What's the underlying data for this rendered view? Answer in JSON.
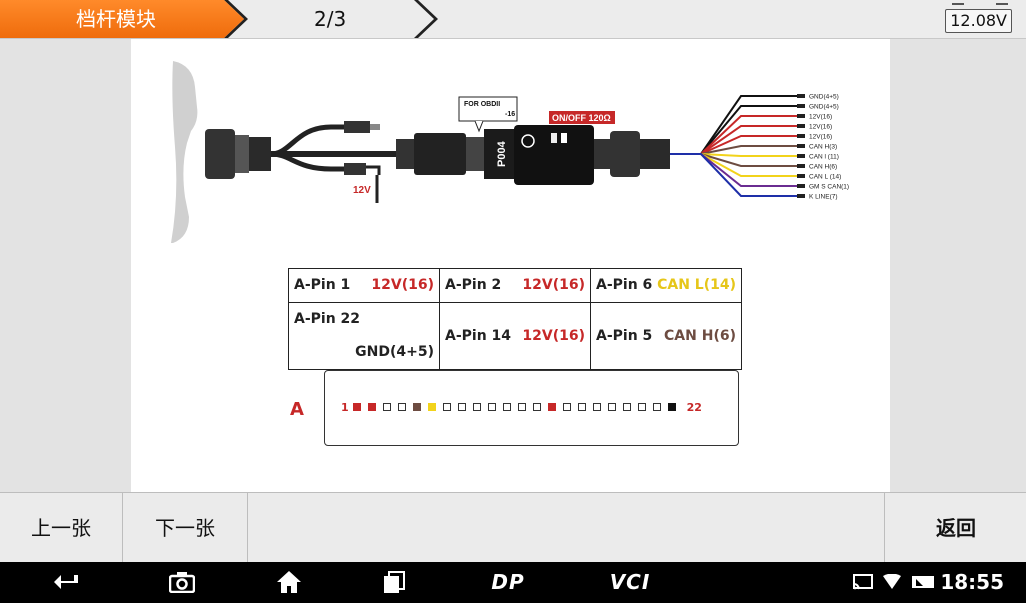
{
  "header": {
    "title": "档杆模块",
    "page_indicator": "2/3",
    "voltage": "12.08V"
  },
  "diagram": {
    "adapter_label": "FOR OBDII",
    "adapter_sub": "-16",
    "switch_label": "ON/OFF 120Ω",
    "module_label": "P004",
    "power_label": "12V",
    "wire_labels": [
      "GND(4+5)",
      "GND(4+5)",
      "12V(16)",
      "12V(16)",
      "12V(16)",
      "CAN H(3)",
      "CAN l (11)",
      "CAN H(6)",
      "CAN L (14)",
      "GM S CAN(1)",
      "K LINE(7)"
    ],
    "colors": {
      "black": "#111111",
      "red": "#c62828",
      "brown": "#6d4c41",
      "yellow": "#f2d31b",
      "blue": "#1e2fa8",
      "purple": "#6a2c91"
    }
  },
  "pin_table": {
    "rows": [
      [
        {
          "pin": "A-Pin 1",
          "value": "12V(16)",
          "color": "#c62828"
        },
        {
          "pin": "A-Pin 2",
          "value": "12V(16)",
          "color": "#c62828"
        },
        {
          "pin": "A-Pin 6",
          "value": "CAN L(14)",
          "color": "#e6c619"
        }
      ],
      [
        {
          "pin": "A-Pin 22",
          "value": "GND(4+5)",
          "color": "#222222"
        },
        {
          "pin": "A-Pin 14",
          "value": "12V(16)",
          "color": "#c62828"
        },
        {
          "pin": "A-Pin 5",
          "value": "CAN H(6)",
          "color": "#6d4c41"
        }
      ]
    ]
  },
  "connector": {
    "letter": "A",
    "start_num": "1",
    "end_num": "22",
    "pins": [
      "red",
      "red",
      "empty",
      "empty",
      "brown",
      "yellow",
      "empty",
      "empty",
      "empty",
      "empty",
      "empty",
      "empty",
      "empty",
      "red",
      "empty",
      "empty",
      "empty",
      "empty",
      "empty",
      "empty",
      "empty",
      "black"
    ]
  },
  "footer": {
    "prev_label": "上一张",
    "next_label": "下一张",
    "back_label": "返回"
  },
  "system_bar": {
    "dp_label": "DP",
    "vci_label": "VCI",
    "time": "18:55"
  }
}
